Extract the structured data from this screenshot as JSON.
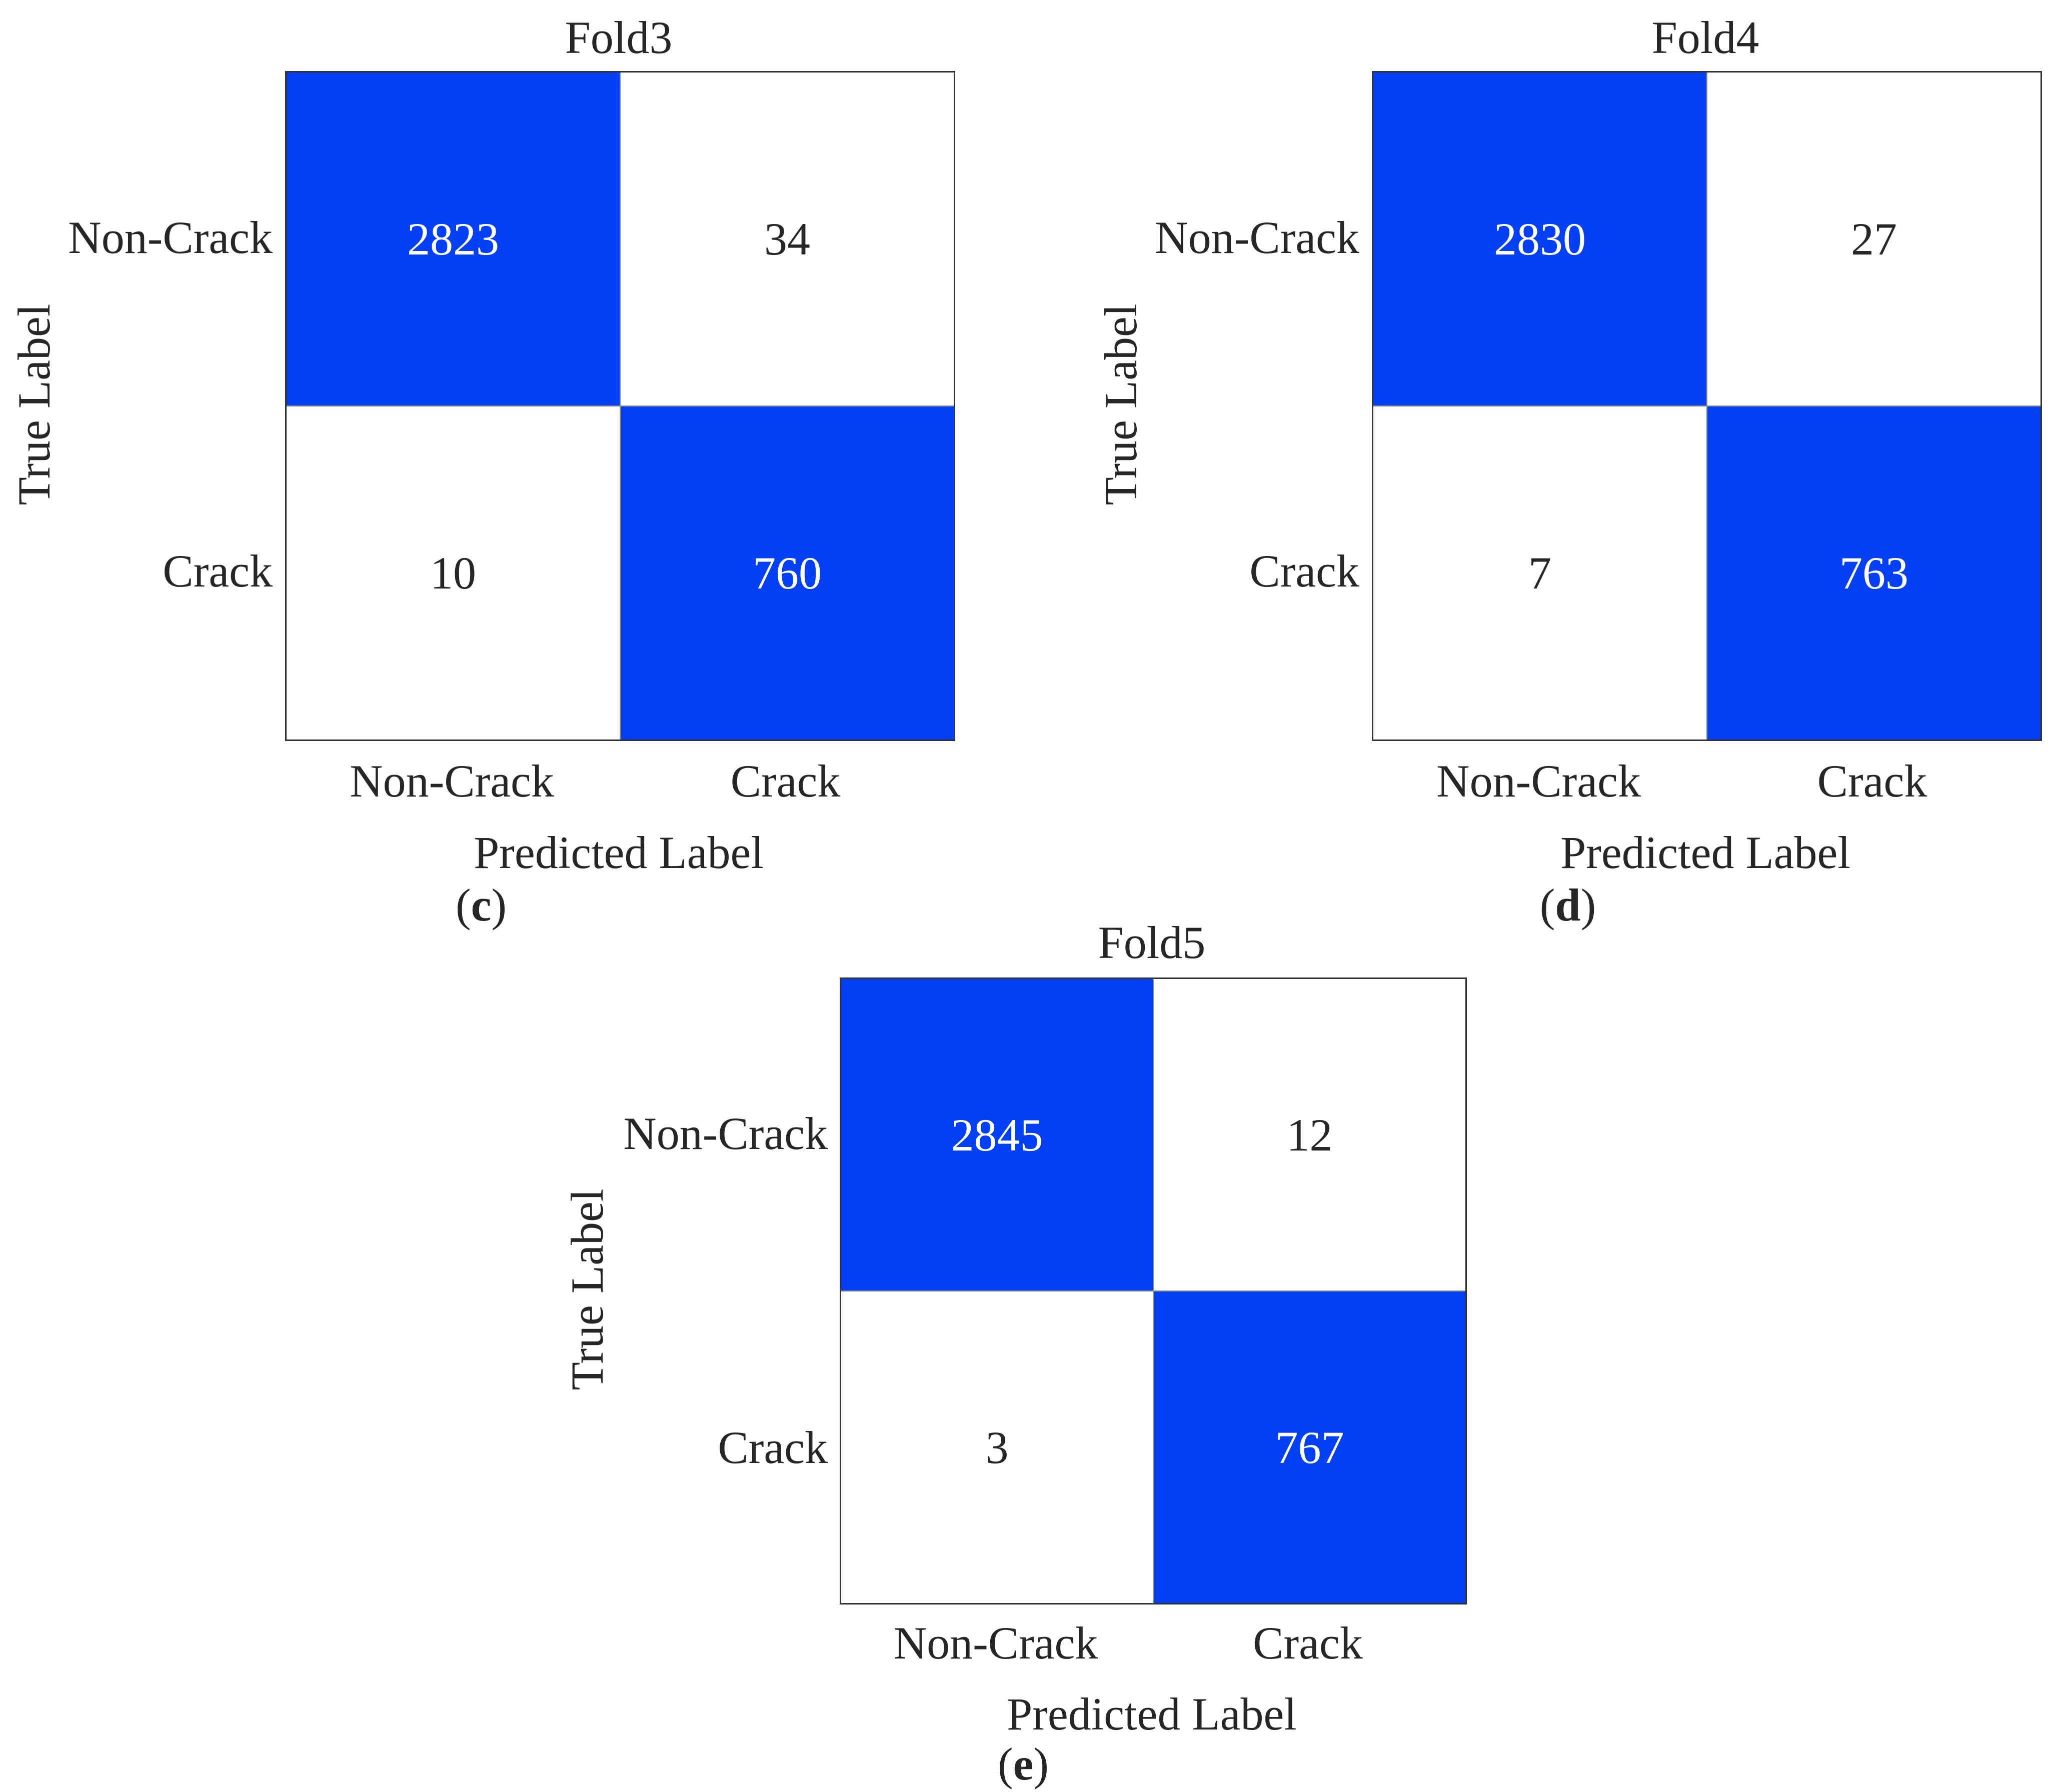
{
  "colors": {
    "cell_high": "#0340F5",
    "cell_low": "#FFFFFF",
    "gridline": "#909090",
    "frame": "#333333",
    "text": "#262626",
    "text_on_high": "#FFFFFF"
  },
  "chart_data": [
    {
      "type": "heatmap",
      "title": "Fold3",
      "caption": {
        "prefix": "(",
        "letter": "c",
        "suffix": ")"
      },
      "xlabel": "Predicted Label",
      "ylabel": "True Label",
      "x_categories": [
        "Non-Crack",
        "Crack"
      ],
      "y_categories": [
        "Non-Crack",
        "Crack"
      ],
      "matrix": [
        [
          2823,
          34
        ],
        [
          10,
          760
        ]
      ],
      "highlighted_cells": "diagonal",
      "legend": "none",
      "grid": true
    },
    {
      "type": "heatmap",
      "title": "Fold4",
      "caption": {
        "prefix": "(",
        "letter": "d",
        "suffix": ")"
      },
      "xlabel": "Predicted Label",
      "ylabel": "True Label",
      "x_categories": [
        "Non-Crack",
        "Crack"
      ],
      "y_categories": [
        "Non-Crack",
        "Crack"
      ],
      "matrix": [
        [
          2830,
          27
        ],
        [
          7,
          763
        ]
      ],
      "highlighted_cells": "diagonal",
      "legend": "none",
      "grid": true
    },
    {
      "type": "heatmap",
      "title": "Fold5",
      "caption": {
        "prefix": "(",
        "letter": "e",
        "suffix": ")"
      },
      "xlabel": "Predicted Label",
      "ylabel": "True Label",
      "x_categories": [
        "Non-Crack",
        "Crack"
      ],
      "y_categories": [
        "Non-Crack",
        "Crack"
      ],
      "matrix": [
        [
          2845,
          12
        ],
        [
          3,
          767
        ]
      ],
      "highlighted_cells": "diagonal",
      "legend": "none",
      "grid": true
    }
  ]
}
